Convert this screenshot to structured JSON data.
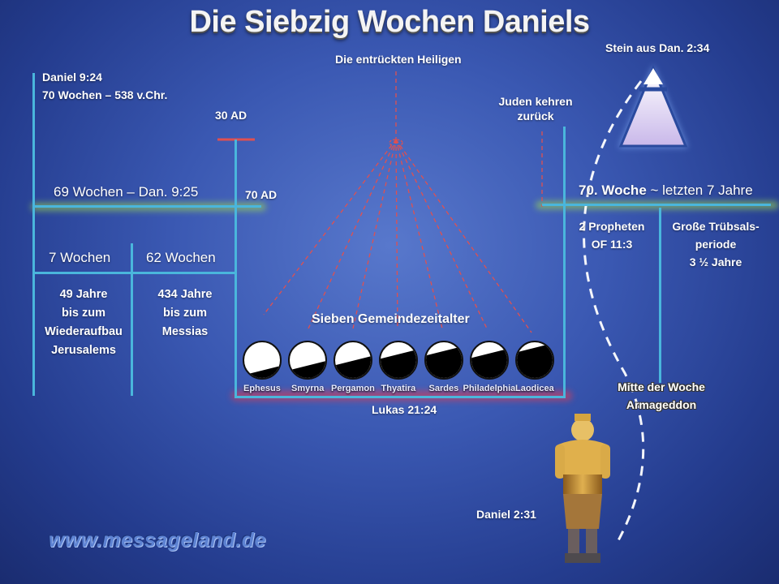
{
  "title": "Die Siebzig Wochen Daniels",
  "labels": {
    "stein": "Stein aus Dan. 2:34",
    "heiligen": "Die entrückten Heiligen",
    "daniel924": "Daniel 9:24",
    "wochen70": "70 Wochen – 538 v.Chr.",
    "ad30": "30 AD",
    "ad70": "70 AD",
    "juden1": "Juden kehren",
    "juden2": "zurück",
    "wochen69": "69 Wochen  – Dan. 9:25",
    "woche70_bold": "70. Woche",
    "woche70_rest": " ~ letzten 7 Jahre",
    "wochen7": "7 Wochen",
    "wochen62": "62 Wochen",
    "jahre49": [
      "49 Jahre",
      "bis zum",
      "Wiederaufbau",
      "Jerusalems"
    ],
    "jahre434": [
      "434 Jahre",
      "bis zum",
      "Messias"
    ],
    "propheten": [
      "2 Propheten",
      "OF 11:3"
    ],
    "truebsal": [
      "Große Trübsals-",
      "periode",
      "3 ½ Jahre"
    ],
    "gemeinde": "Sieben Gemeindezeitalter",
    "lukas": "Lukas 21:24",
    "mitte1": "Mitte der Woche",
    "mitte2": "Armageddon",
    "daniel231": "Daniel 2:31",
    "website": "www.messageland.de"
  },
  "eras": [
    {
      "name": "Ephesus",
      "dark": 0.3
    },
    {
      "name": "Smyrna",
      "dark": 0.42
    },
    {
      "name": "Pergamon",
      "dark": 0.55
    },
    {
      "name": "Thyatira",
      "dark": 0.7
    },
    {
      "name": "Sardes",
      "dark": 0.8
    },
    {
      "name": "Philadelphia",
      "dark": 0.72
    },
    {
      "name": "Laodicea",
      "dark": 0.88
    }
  ],
  "colors": {
    "line": "#4ab6dc",
    "red": "#e05050",
    "glowGreen": "#a6e64a",
    "glowRed": "#c84060"
  },
  "icons": [
    "stone-icon",
    "statue-icon"
  ]
}
